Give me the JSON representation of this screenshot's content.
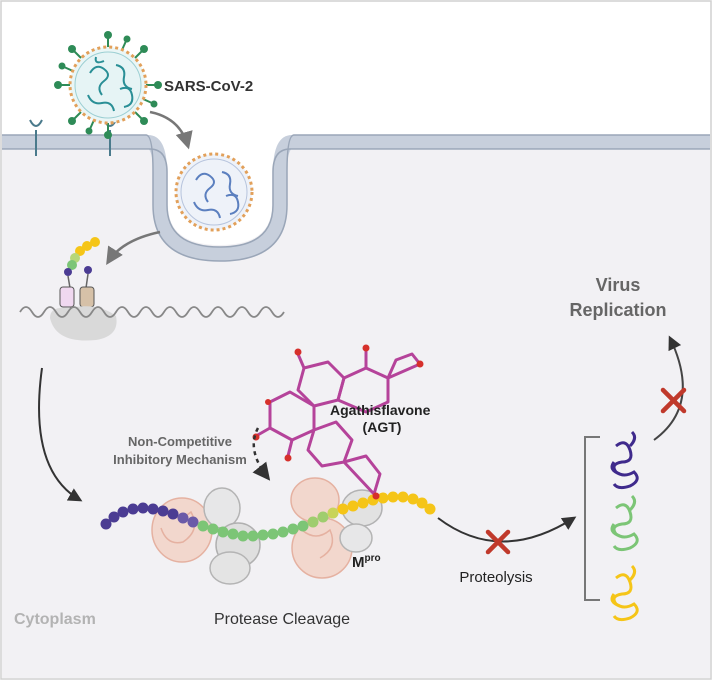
{
  "labels": {
    "virus": "SARS-CoV-2",
    "agathisflavone": "Agathisflavone",
    "agt": "(AGT)",
    "mechanism_line1": "Non-Competitive",
    "mechanism_line2": "Inhibitory Mechanism",
    "mpro_base": "M",
    "mpro_sup": "pro",
    "proteolysis": "Proteolysis",
    "virus_replication_line1": "Virus",
    "virus_replication_line2": "Replication",
    "cytoplasm": "Cytoplasm",
    "protease_cleavage": "Protease Cleavage"
  },
  "colors": {
    "cytoplasm_bg": "#f2f1f4",
    "membrane": "#c7cfdc",
    "membrane_line": "#9aa6b8",
    "spike": "#2e8b57",
    "virus_core": "#2a8f96",
    "purple": "#4b3c93",
    "green": "#7cc576",
    "yellow": "#f5c518",
    "molecule": "#b5439a",
    "inhibit_x": "#c0392b",
    "arrow": "#555555",
    "protein_pink": "#e8b9aa",
    "protein_grey": "#b8b8b8"
  },
  "icons": [
    "virus-icon",
    "receptor-icon",
    "endosome-icon",
    "ribosome-icon",
    "mrna-icon",
    "polyprotein-icon",
    "mpro-protein-icon",
    "agathisflavone-molecule-icon",
    "inhibit-x-icon",
    "folded-protein-icon",
    "bracket-icon",
    "arrow-icon"
  ]
}
